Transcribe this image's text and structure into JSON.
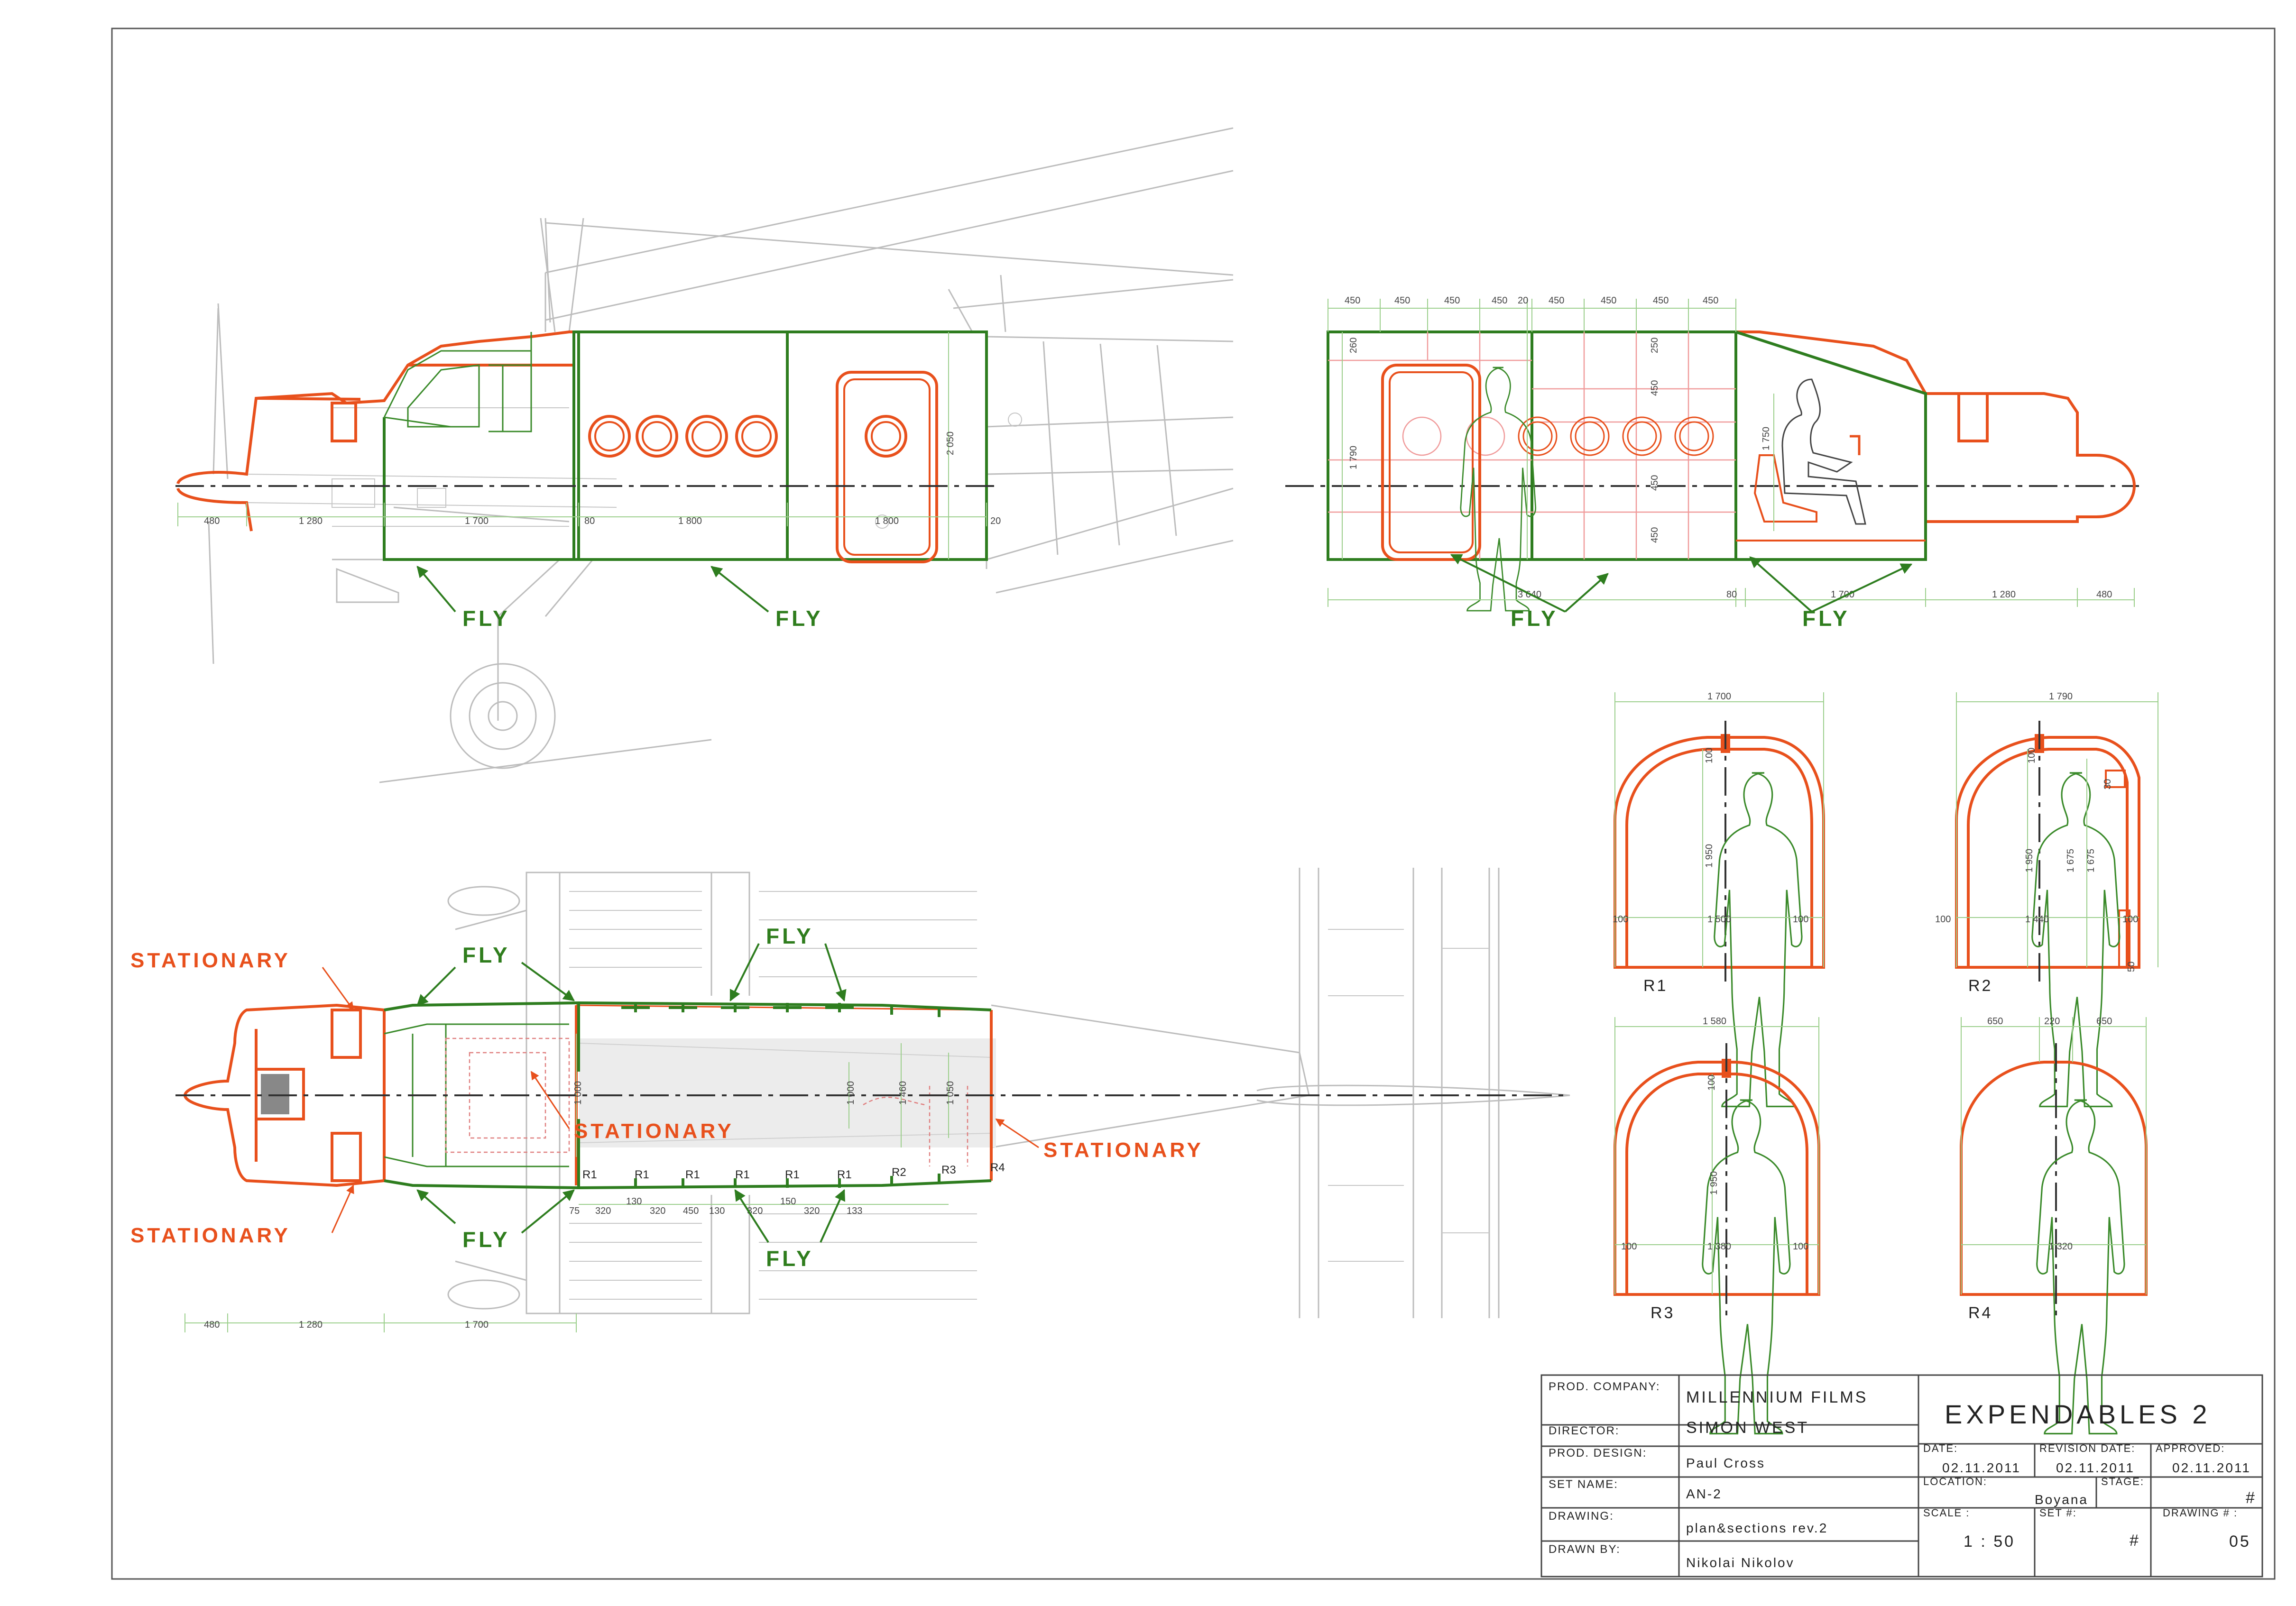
{
  "labels": {
    "fly": "FLY",
    "stationary": "STATIONARY"
  },
  "sections": [
    "R1",
    "R2",
    "R3",
    "R4"
  ],
  "plan_markers": [
    "R1",
    "R1",
    "R1",
    "R1",
    "R1",
    "R1",
    "R2",
    "R3",
    "R4"
  ],
  "dimensions": {
    "side_view": [
      "480",
      "1 280",
      "1 700",
      "80",
      "1 800",
      "1 800",
      "20",
      "2 050"
    ],
    "section_view_top": [
      "450",
      "450",
      "450",
      "450",
      "20",
      "450",
      "450",
      "450",
      "450"
    ],
    "section_view_bottom": [
      "3 640",
      "80",
      "1 700",
      "1 280",
      "480"
    ],
    "section_view_side": [
      "260",
      "1 790",
      "250",
      "450",
      "450",
      "450",
      "1 750"
    ],
    "plan_bottom": [
      "480",
      "1 280",
      "1 700"
    ],
    "plan_inner": [
      "75",
      "320",
      "130",
      "320",
      "450",
      "130",
      "320",
      "150",
      "320",
      "133"
    ],
    "plan_vertical": [
      "1 000",
      "1 000",
      "1 460",
      "1 050"
    ],
    "r1": [
      "1 700",
      "100",
      "1 950",
      "100",
      "1 500",
      "100"
    ],
    "r2": [
      "1 790",
      "100",
      "1 950",
      "1 675",
      "1 675",
      "30",
      "100",
      "1 440",
      "100",
      "50"
    ],
    "r3": [
      "1 580",
      "100",
      "1 950",
      "100",
      "1 380",
      "100"
    ],
    "r4": [
      "650",
      "220",
      "650",
      "1 320"
    ]
  },
  "title_block": {
    "prod_company_label": "PROD. COMPANY:",
    "prod_company": "MILLENNIUM FILMS",
    "director_label": "DIRECTOR:",
    "director": "SIMON WEST",
    "prod_design_label": "PROD. DESIGN:",
    "prod_design": "Paul Cross",
    "set_name_label": "SET NAME:",
    "set_name": "AN-2",
    "drawing_label": "DRAWING:",
    "drawing": "plan&sections rev.2",
    "drawn_by_label": "DRAWN BY:",
    "drawn_by": "Nikolai Nikolov",
    "title": "EXPENDABLES 2",
    "date_label": "DATE:",
    "date": "02.11.2011",
    "revision_date_label": "REVISION DATE:",
    "revision_date": "02.11.2011",
    "approved_label": "APPROVED:",
    "approved": "02.11.2011",
    "location_label": "LOCATION:",
    "location": "Boyana",
    "stage_label": "STAGE:",
    "stage": "#",
    "scale_label": "SCALE :",
    "scale": "1 : 50",
    "set_no_label": "SET #:",
    "set_no": "#",
    "drawing_no_label": "DRAWING # :",
    "drawing_no": "05"
  },
  "colors": {
    "stationary": "#e8501c",
    "fly": "#2e7d1f",
    "reference": "#bdbdbd"
  }
}
